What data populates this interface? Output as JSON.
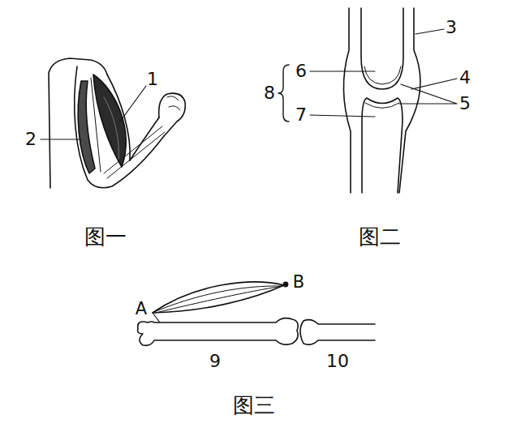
{
  "diagram": {
    "labels": [
      "1",
      "2",
      "图一",
      "3",
      "6",
      "8",
      "4",
      "5",
      "7",
      "图二",
      "A",
      "B",
      "9",
      "10",
      "图三"
    ]
  }
}
